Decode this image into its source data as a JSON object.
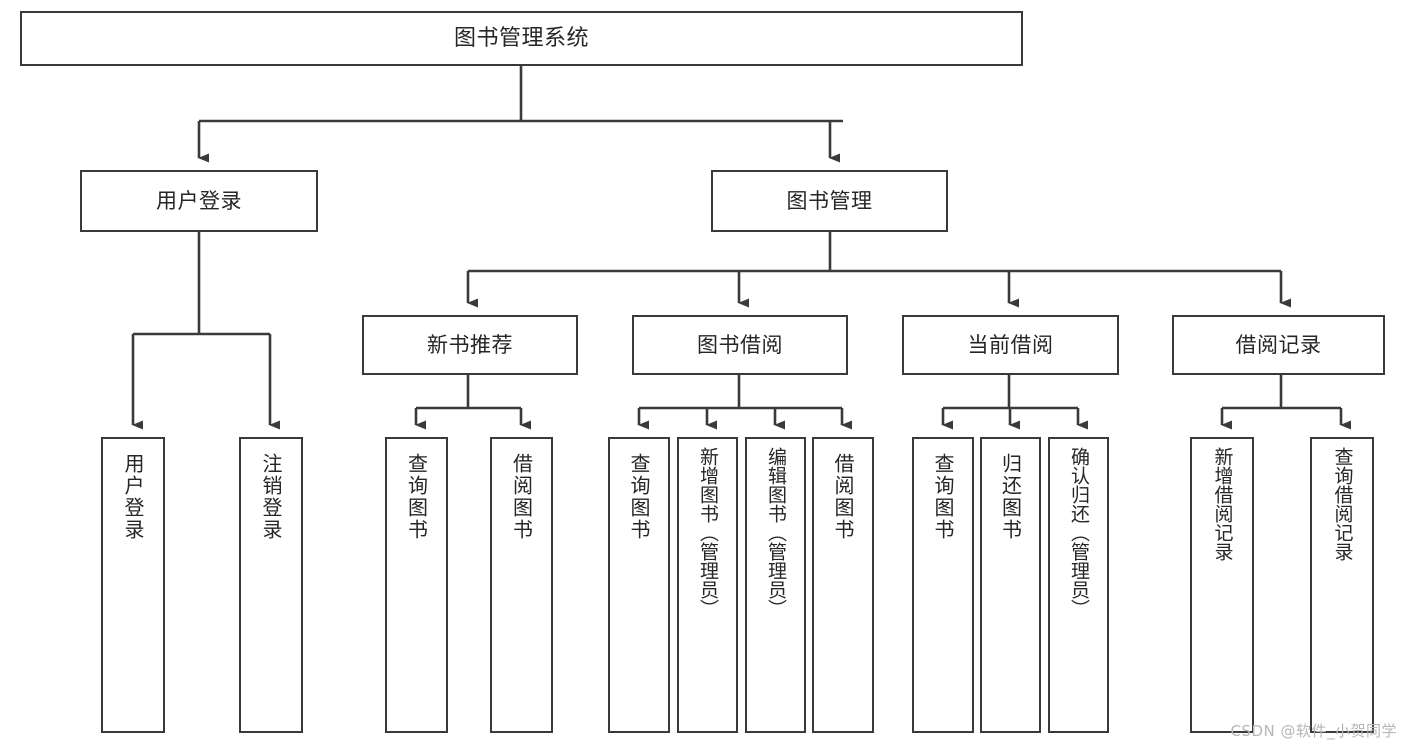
{
  "diagram": {
    "title": "图书管理系统",
    "type": "tree-hierarchy-chart",
    "stroke_color": "#3a3a3a",
    "text_color": "#262626",
    "background_color": "#ffffff"
  },
  "nodes": {
    "root": {
      "label": "图书管理系统"
    },
    "level2": [
      {
        "id": "user-login",
        "label": "用户登录"
      },
      {
        "id": "book-manage",
        "label": "图书管理"
      }
    ],
    "level3": [
      {
        "id": "new-book-recommend",
        "label": "新书推荐"
      },
      {
        "id": "book-borrow",
        "label": "图书借阅"
      },
      {
        "id": "current-borrow",
        "label": "当前借阅"
      },
      {
        "id": "borrow-record",
        "label": "借阅记录"
      }
    ],
    "leaves": {
      "user_login": [
        {
          "id": "leaf-user-login",
          "label": "用户登录"
        },
        {
          "id": "leaf-logout-login",
          "label": "注销登录"
        }
      ],
      "new_book_recommend": [
        {
          "id": "leaf-query-book-1",
          "label": "查询图书"
        },
        {
          "id": "leaf-borrow-book-1",
          "label": "借阅图书"
        }
      ],
      "book_borrow": [
        {
          "id": "leaf-query-book-2",
          "label": "查询图书"
        },
        {
          "id": "leaf-add-book",
          "label": "新增图书（管理员）"
        },
        {
          "id": "leaf-edit-book",
          "label": "编辑图书（管理员）"
        },
        {
          "id": "leaf-borrow-book-2",
          "label": "借阅图书"
        }
      ],
      "current_borrow": [
        {
          "id": "leaf-query-book-3",
          "label": "查询图书"
        },
        {
          "id": "leaf-return-book",
          "label": "归还图书"
        },
        {
          "id": "leaf-confirm-return",
          "label": "确认归还（管理员）"
        }
      ],
      "borrow_record": [
        {
          "id": "leaf-add-borrow-record",
          "label": "新增借阅记录"
        },
        {
          "id": "leaf-query-borrow-record",
          "label": "查询借阅记录"
        }
      ]
    }
  },
  "watermark": {
    "text": "CSDN @软件_小贺同学"
  }
}
